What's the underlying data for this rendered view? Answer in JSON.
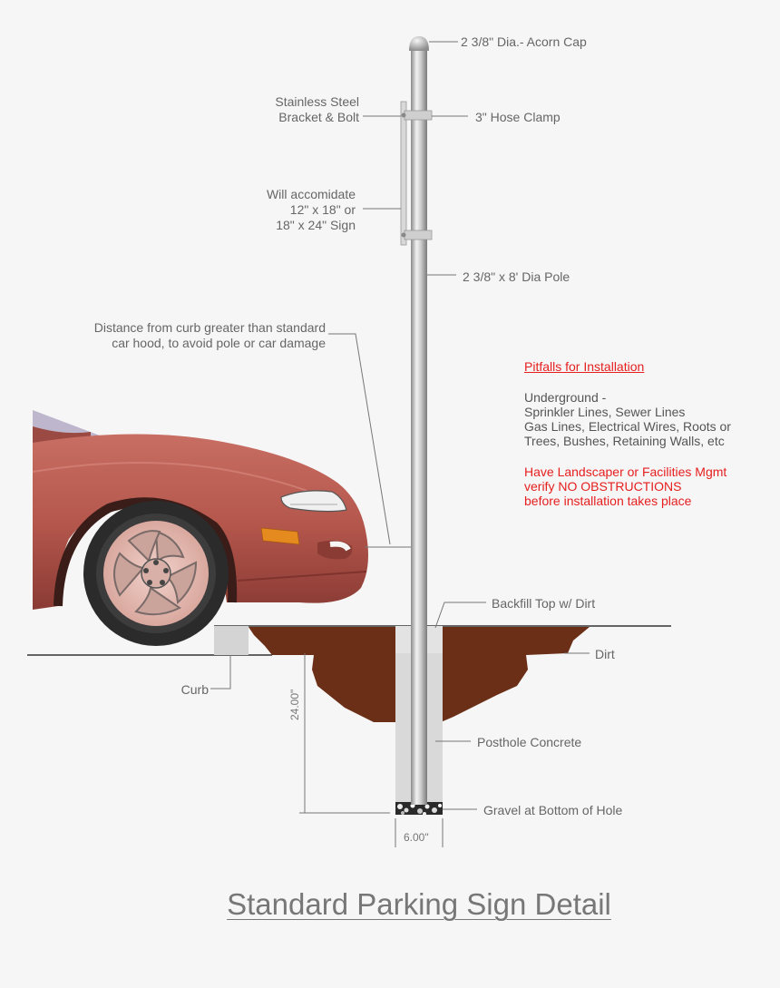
{
  "labels": {
    "acorn_cap": "2 3/8\" Dia.- Acorn Cap",
    "bracket_line1": "Stainless Steel",
    "bracket_line2": "Bracket & Bolt",
    "hose_clamp": "3\" Hose Clamp",
    "sign_line1": "Will accomidate",
    "sign_line2": "12\" x 18\" or",
    "sign_line3": "18\" x 24\" Sign",
    "pole": "2 3/8\" x 8' Dia Pole",
    "distance_line1": "Distance from curb greater than standard",
    "distance_line2": "car hood, to avoid pole or car damage",
    "backfill": "Backfill Top w/ Dirt",
    "dirt": "Dirt",
    "curb": "Curb",
    "posthole": "Posthole Concrete",
    "gravel": "Gravel at Bottom of Hole"
  },
  "dimensions": {
    "depth": "24.00\"",
    "width": "6.00\""
  },
  "pitfalls": {
    "heading": "Pitfalls for Installation",
    "line1": "Underground -",
    "line2": "Sprinkler Lines, Sewer Lines",
    "line3": "Gas Lines, Electrical Wires, Roots or",
    "line4": "Trees, Bushes, Retaining Walls, etc",
    "warn1": "Have Landscaper or Facilities Mgmt",
    "warn2": "verify NO OBSTRUCTIONS",
    "warn3": "before installation takes place"
  },
  "title": "Standard Parking Sign Detail",
  "colors": {
    "background": "#f6f6f6",
    "dirt": "#6b2e16",
    "concrete": "#d9d9d9",
    "car_body": "#b5574d",
    "warning_text": "#e61e1e",
    "label_text": "#666666"
  }
}
